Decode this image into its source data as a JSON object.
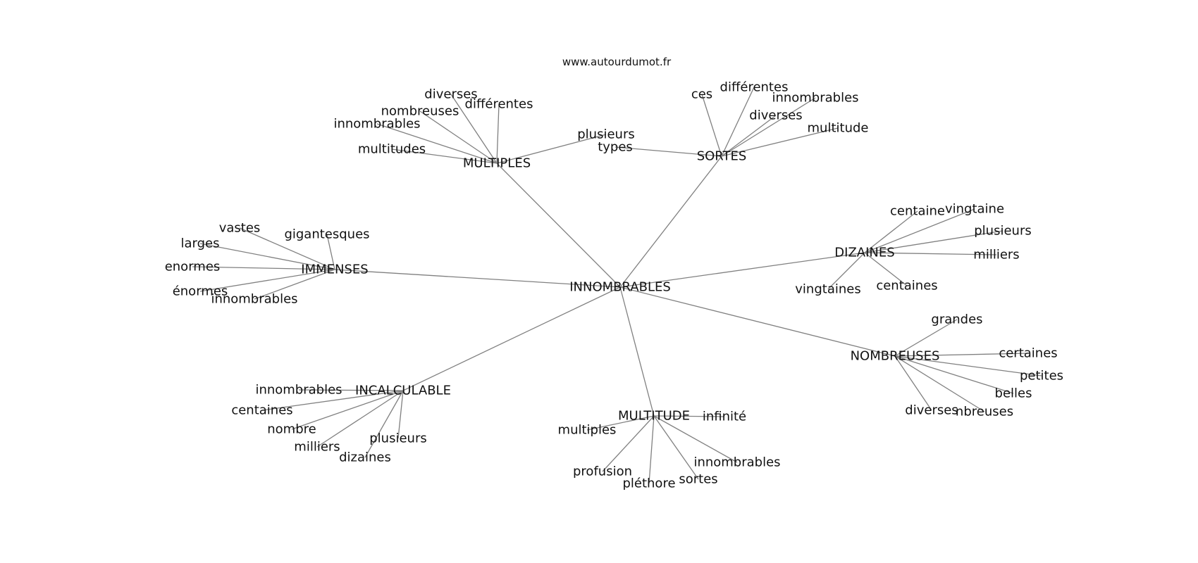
{
  "site": "www.autourdumot.fr",
  "colors": {
    "edge": "#808080",
    "text": "#111111",
    "background": "#ffffff"
  },
  "graph": {
    "center": {
      "id": "center",
      "label": "INNOMBRABLES"
    },
    "hubs": [
      {
        "id": "multiples",
        "label": "MULTIPLES",
        "leaves": [
          "diverses",
          "différentes",
          "nombreuses",
          "innombrables",
          "multitudes",
          "plusieurs"
        ]
      },
      {
        "id": "sortes",
        "label": "SORTES",
        "leaves": [
          "ces",
          "différentes",
          "innombrables",
          "diverses",
          "multitude",
          "types"
        ]
      },
      {
        "id": "immenses",
        "label": "IMMENSES",
        "leaves": [
          "vastes",
          "gigantesques",
          "larges",
          "enormes",
          "énormes",
          "innombrables"
        ]
      },
      {
        "id": "dizaines",
        "label": "DIZAINES",
        "leaves": [
          "centaine",
          "vingtaine",
          "plusieurs",
          "milliers",
          "vingtaines",
          "centaines"
        ]
      },
      {
        "id": "nombreuses",
        "label": "NOMBREUSES",
        "leaves": [
          "grandes",
          "certaines",
          "petites",
          "belles",
          "diverses",
          "nbreuses"
        ]
      },
      {
        "id": "incalculable",
        "label": "INCALCULABLE",
        "leaves": [
          "innombrables",
          "centaines",
          "nombre",
          "milliers",
          "dizaines",
          "plusieurs"
        ]
      },
      {
        "id": "multitude",
        "label": "MULTITUDE",
        "leaves": [
          "infinité",
          "multiples",
          "innombrables",
          "profusion",
          "pléthore",
          "sortes"
        ]
      }
    ]
  }
}
